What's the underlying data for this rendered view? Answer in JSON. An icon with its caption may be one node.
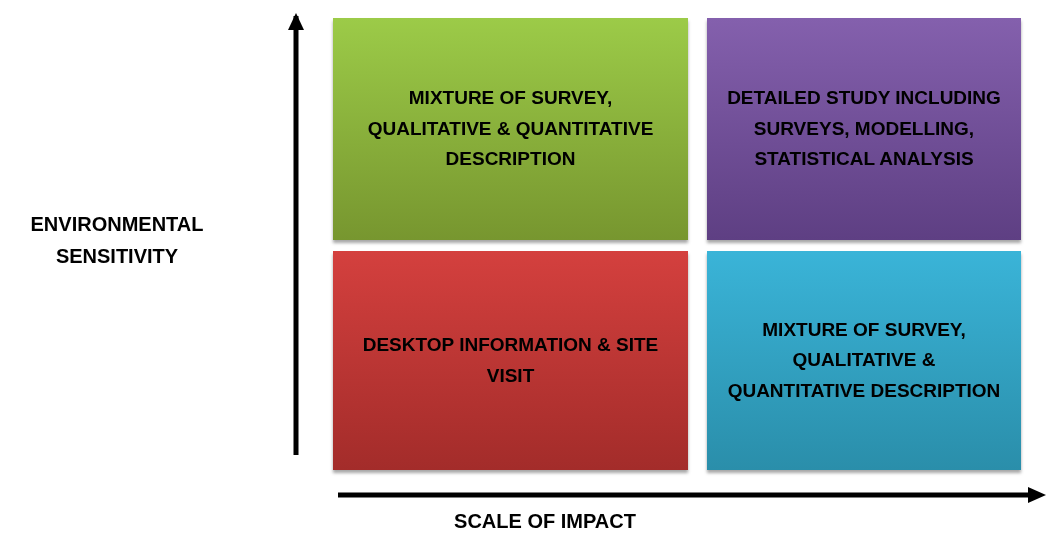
{
  "diagram": {
    "nodes": [
      {
        "text": [
          "MIXTURE OF SURVEY, QUALITATIVE & QUANTITATIVE DESCRIPTION"
        ]
      },
      {
        "text": [
          "DETAILED STUDY INCLUDING SURVEYS, MODELLING, STATISTICAL ANALYSIS"
        ]
      },
      {
        "text": [
          "DESKTOP INFORMATION & SITE VISIT"
        ]
      },
      {
        "text": [
          "MIXTURE OF SURVEY, QUALITATIVE & QUANTITATIVE DESCRIPTION"
        ]
      }
    ],
    "labels": [
      "ENVIRONMENTAL SENSITIVITY",
      "SCALE OF IMPACT"
    ]
  }
}
